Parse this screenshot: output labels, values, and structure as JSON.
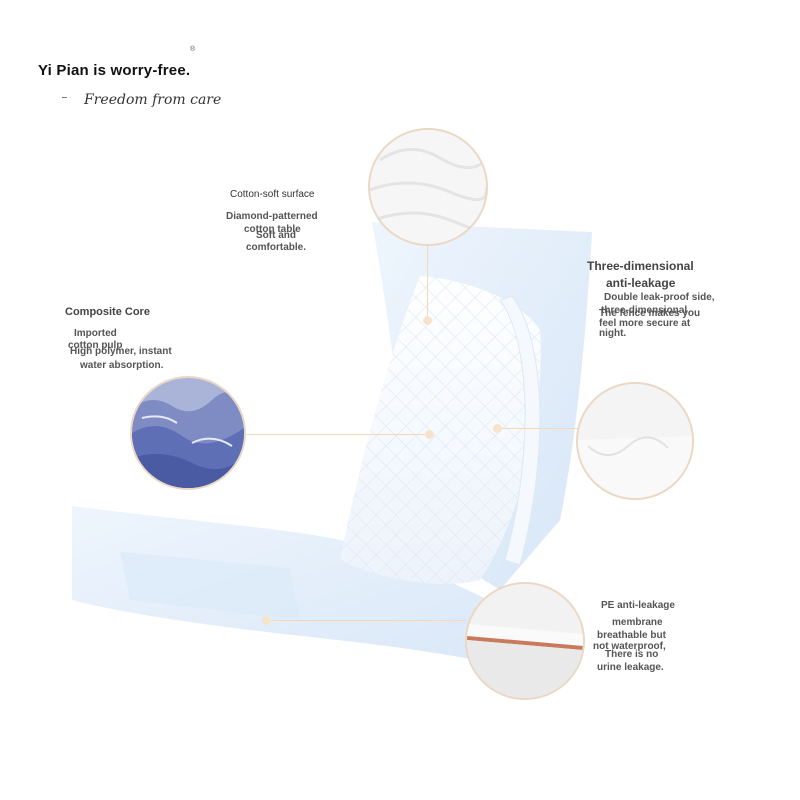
{
  "header": {
    "brand": "Yi Pian is worry-free.",
    "registered_mark": "®",
    "tagline": "Freedom from care"
  },
  "callouts": {
    "top": {
      "title": "Cotton-soft surface",
      "line1": "Diamond-patterned",
      "line2": "cotton table",
      "line3": "Soft and",
      "line4": "comfortable."
    },
    "left": {
      "title": "Composite Core",
      "line1": "Imported",
      "line2": "cotton pulp",
      "line3": "High polymer, instant",
      "line4": "water absorption."
    },
    "right": {
      "title_line1": "Three-dimensional",
      "title_line2": "anti-leakage",
      "line1": "Double leak-proof side,",
      "line2": "three-dimensional",
      "line3": "The fence makes you",
      "line4": "feel more secure at",
      "line5": "night."
    },
    "bottom": {
      "title_line1": "PE anti-leakage",
      "title_line2": "membrane",
      "line1": "breathable but",
      "line2": "not waterproof,",
      "line3": "There is no",
      "line4": "urine leakage."
    }
  },
  "colors": {
    "accent_line": "#f1d9bd",
    "circle_border": "#ead7c4",
    "pad_blue": "#e3eefb",
    "core_blue": "#5e6fb5"
  }
}
